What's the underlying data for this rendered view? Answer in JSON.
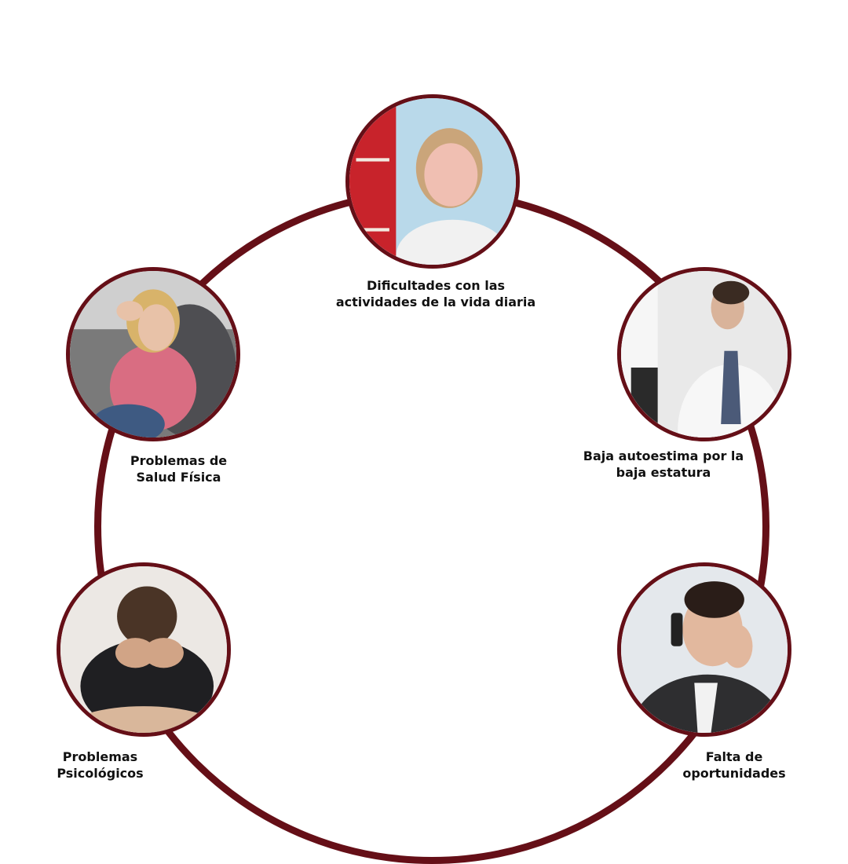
{
  "theme": {
    "accent": "#650f17",
    "background": "#ffffff"
  },
  "nodes": [
    {
      "id": "daily-life",
      "label_1": "Dificultades con las",
      "label_2": "actividades de la vida diaria"
    },
    {
      "id": "self-esteem",
      "label_1": "Baja autoestima por la",
      "label_2": "baja estatura"
    },
    {
      "id": "opportunities",
      "label_1": "Falta de",
      "label_2": "oportunidades"
    },
    {
      "id": "psychological",
      "label_1": "Problemas",
      "label_2": "Psicológicos"
    },
    {
      "id": "physical-health",
      "label_1": "Problemas de",
      "label_2": "Salud Física"
    }
  ]
}
